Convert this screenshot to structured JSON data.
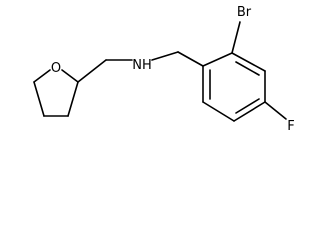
{
  "molecule": {
    "atoms": {
      "oxygen": "O",
      "amine": "NH",
      "bromine": "Br",
      "fluorine": "F"
    }
  }
}
